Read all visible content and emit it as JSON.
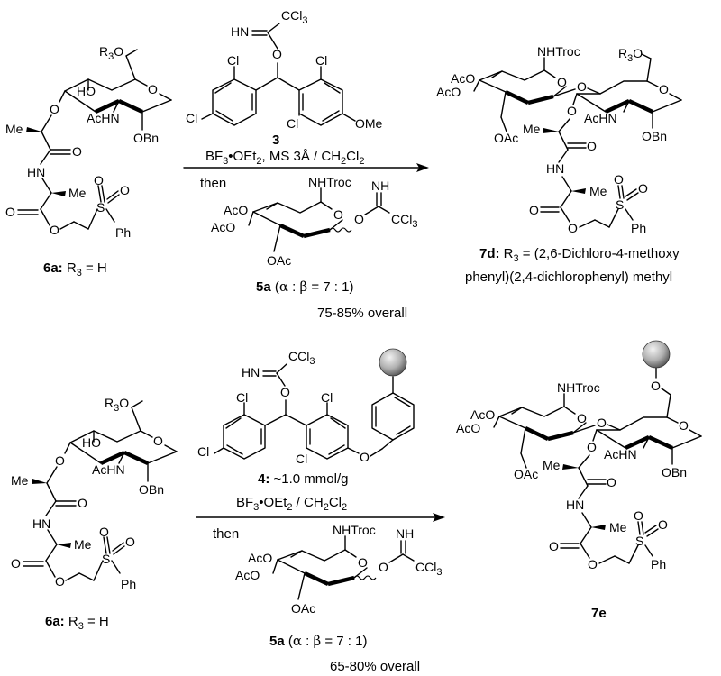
{
  "scheme": {
    "row1": {
      "start": {
        "label_num": "6a:",
        "label_rest": " R",
        "label_sub": "3",
        "label_tail": " = H",
        "atoms": {
          "r3o": "R",
          "r3o_sub": "3",
          "r3o_tail": "O",
          "ho": "HO",
          "o_ring": "O",
          "o_ether": "O",
          "me": "Me",
          "achn": "AcHN",
          "obn": "OBn",
          "o_carbonyl": "O",
          "hn": "HN",
          "me2": "Me",
          "s": "S",
          "s_o1": "O",
          "s_o2": "O",
          "ph": "Ph",
          "o_ester": "O",
          "o_ester2": "O"
        }
      },
      "reagent": {
        "compound_num": "3",
        "atoms": {
          "hn": "HN",
          "ccl3": "CCl",
          "ccl3_sub": "3",
          "o": "O",
          "cl1": "Cl",
          "cl2": "Cl",
          "cl3": "Cl",
          "cl4": "Cl",
          "ome": "OMe"
        }
      },
      "conditions": {
        "line1_a": "BF",
        "line1_sub1": "3",
        "line1_b": "•OEt",
        "line1_sub2": "2",
        "line1_c": ", MS 3Å / CH",
        "line1_sub3": "2",
        "line1_d": "Cl",
        "line1_sub4": "2",
        "then": "then"
      },
      "donor": {
        "atoms": {
          "aco1": "AcO",
          "aco2": "AcO",
          "aco3": "OAc",
          "nhtroc": "NHTroc",
          "nh": "NH",
          "o_ring": "O",
          "o_link": "O",
          "ccl3": "CCl",
          "ccl3_sub": "3"
        },
        "label_num": "5a",
        "label_ratio_pre": " (",
        "label_alpha": "α",
        "label_colon": " : ",
        "label_beta": "β",
        "label_ratio_post": " = 7 : 1)"
      },
      "yield": "75-85% overall",
      "product": {
        "label_num": "7d:",
        "label_rest": " R",
        "label_sub": "3",
        "label_tail": " = (2,6-Dichloro-4-methoxy",
        "label_line2": "phenyl)(2,4-dichlorophenyl) methyl",
        "atoms": {
          "aco1": "AcO",
          "aco2": "AcO",
          "oac": "OAc",
          "nhtroc": "NHTroc",
          "r3o": "R",
          "r3o_sub": "3",
          "r3o_tail": "O",
          "o_ring1": "O",
          "o_glyc": "O",
          "o_ring2": "O",
          "o_ether": "O",
          "me": "Me",
          "achn": "AcHN",
          "obn": "OBn",
          "o_carbonyl": "O",
          "hn": "HN",
          "me2": "Me",
          "o_ester": "O",
          "o_ester2": "O",
          "s": "S",
          "s_o1": "O",
          "s_o2": "O",
          "ph": "Ph"
        }
      }
    },
    "row2": {
      "start": {
        "label_num": "6a:",
        "label_rest": " R",
        "label_sub": "3",
        "label_tail": " = H"
      },
      "reagent": {
        "compound_num": "4:",
        "loading": " ~1.0 mmol/g",
        "atoms": {
          "hn": "HN",
          "ccl3": "CCl",
          "ccl3_sub": "3",
          "o": "O",
          "cl1": "Cl",
          "cl2": "Cl",
          "cl3": "Cl",
          "cl4": "Cl",
          "o_aryl": "O"
        }
      },
      "conditions": {
        "line1_a": "BF",
        "line1_sub1": "3",
        "line1_b": "•OEt",
        "line1_sub2": "2",
        "line1_c": " / CH",
        "line1_sub3": "2",
        "line1_d": "Cl",
        "line1_sub4": "2",
        "then": "then"
      },
      "donor": {
        "label_num": "5a",
        "label_ratio_pre": " (",
        "label_alpha": "α",
        "label_colon": " : ",
        "label_beta": "β",
        "label_ratio_post": " = 7 : 1)"
      },
      "yield": "65-80% overall",
      "product": {
        "label_num": "7e",
        "atoms": {
          "o_link": "O"
        }
      }
    },
    "colors": {
      "ink": "#000000",
      "bead_dark": "#555555",
      "bead_light": "#e6e6e6",
      "background": "#ffffff"
    }
  }
}
